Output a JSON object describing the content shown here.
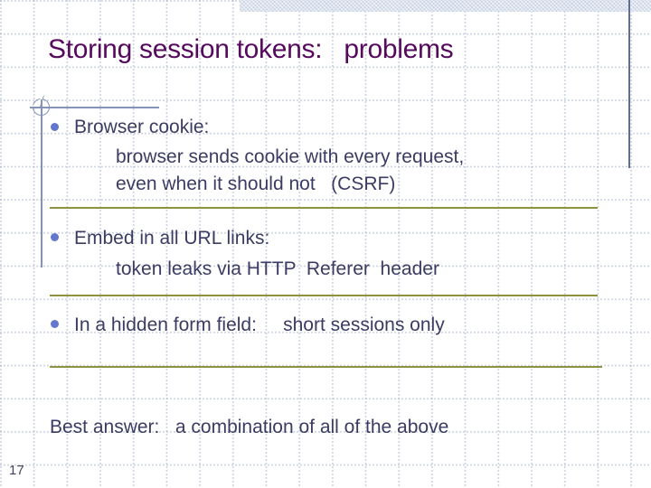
{
  "slide": {
    "title": "Storing session tokens:   problems",
    "bullets": [
      {
        "label": "Browser cookie:",
        "sub": [
          "browser sends cookie with every request,",
          "even when it should not   (CSRF)"
        ]
      },
      {
        "label": "Embed in all URL links:",
        "sub": [
          "token leaks via HTTP  Referer  header"
        ]
      },
      {
        "label": "In a hidden form field:     short sessions only",
        "sub": []
      }
    ],
    "footer": "Best answer:   a combination of all of the above",
    "page_number": "17",
    "icons": {
      "decoration": "compass-protractor-icon"
    },
    "colors": {
      "title": "#560a5e",
      "body_text": "#3b3b63",
      "bullet_dot": "#6277cd",
      "separator": "#8e923e",
      "top_band": "#c6d0e2",
      "right_accent_line": "#5f6f94",
      "decoration": "#8593b8",
      "grid": "#aebcd4",
      "page_number": "#44445c"
    }
  }
}
